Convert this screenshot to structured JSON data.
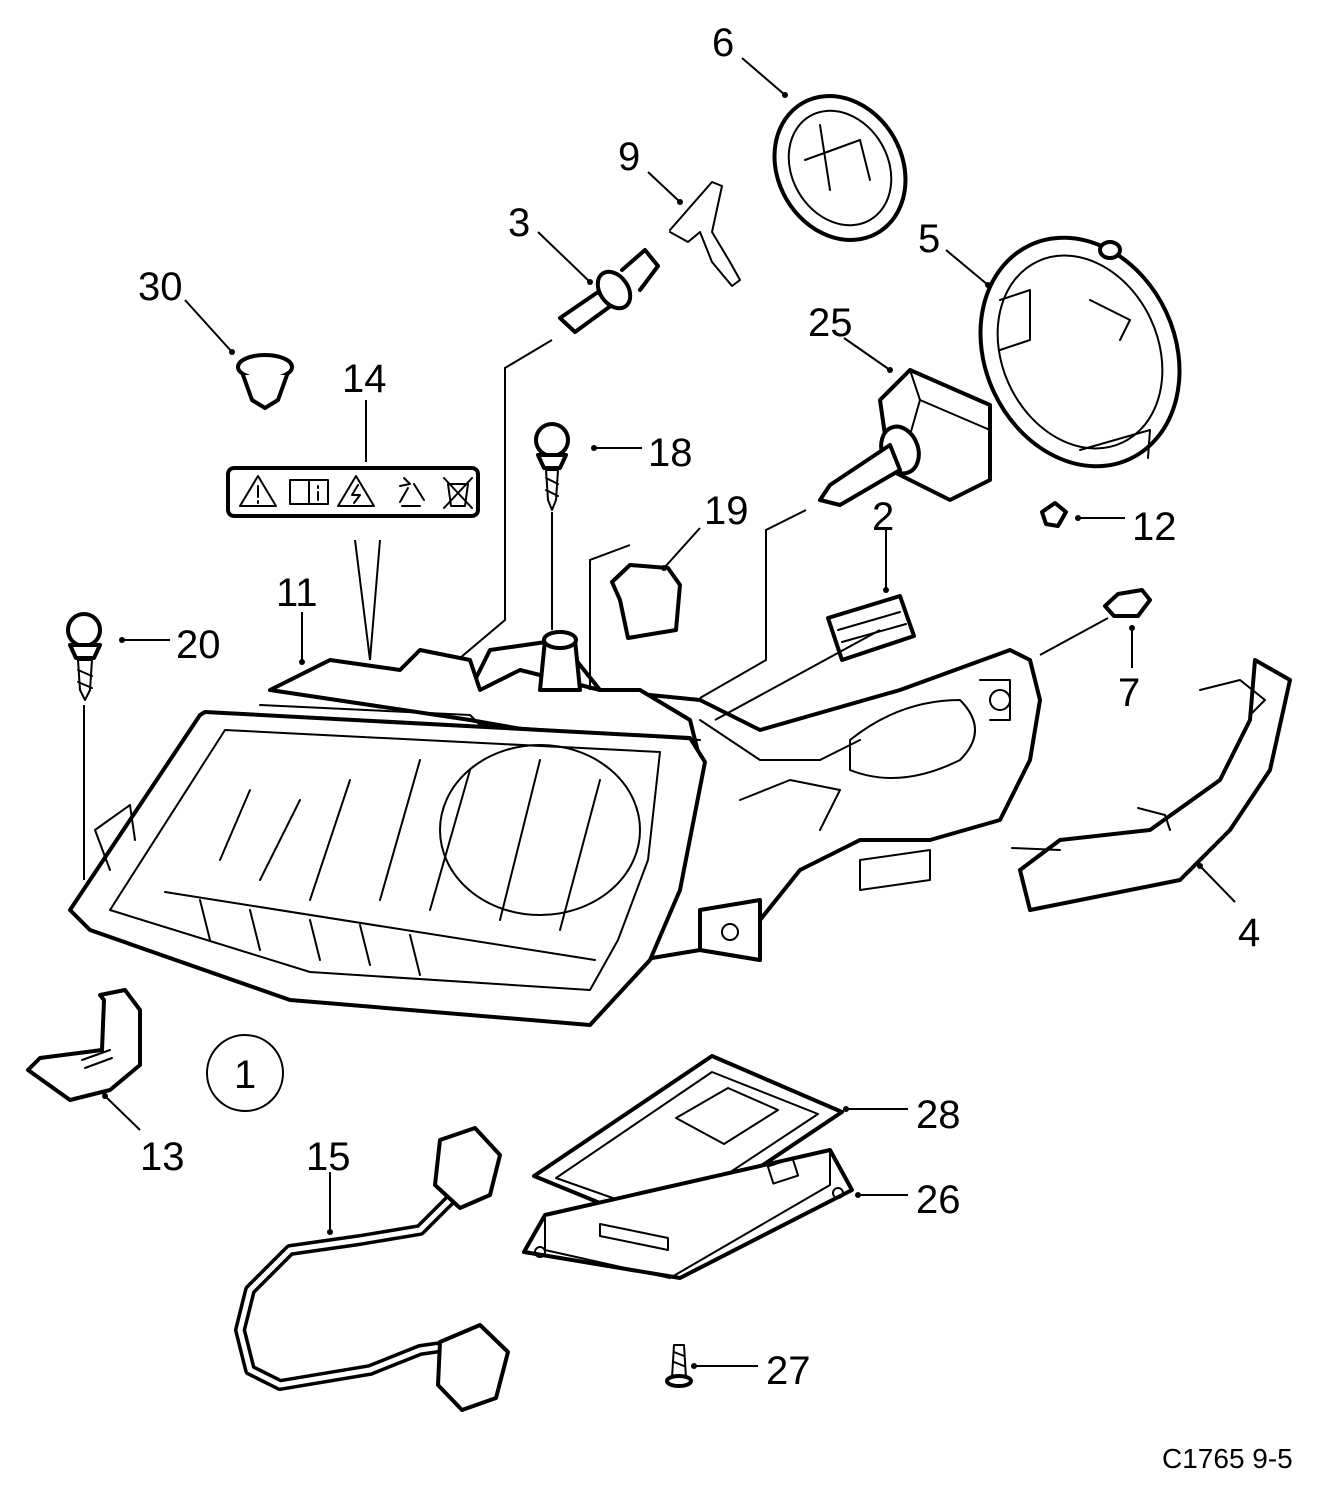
{
  "callouts": {
    "c1": "1",
    "c2": "2",
    "c3": "3",
    "c4": "4",
    "c5": "5",
    "c6": "6",
    "c7": "7",
    "c9": "9",
    "c11": "11",
    "c12": "12",
    "c13": "13",
    "c14": "14",
    "c15": "15",
    "c18": "18",
    "c19": "19",
    "c20": "20",
    "c25": "25",
    "c26": "26",
    "c27": "27",
    "c28": "28",
    "c30": "30"
  },
  "diagram_code": "C1765 9-5",
  "icons": [
    "warning-icon",
    "manual-info-icon",
    "electrical-hazard-icon",
    "recycle-icon",
    "crossed-bin-icon"
  ]
}
